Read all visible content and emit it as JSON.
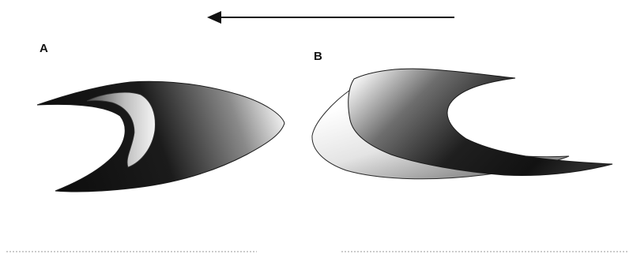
{
  "figure": {
    "panels": [
      {
        "label": "A"
      },
      {
        "label": "B"
      }
    ],
    "arrow_direction": "left",
    "colors": {
      "ink": "#111111",
      "dark_shade": "#141414",
      "light_shade": "#f0f0f0",
      "divider": "#9a9a9a"
    }
  }
}
